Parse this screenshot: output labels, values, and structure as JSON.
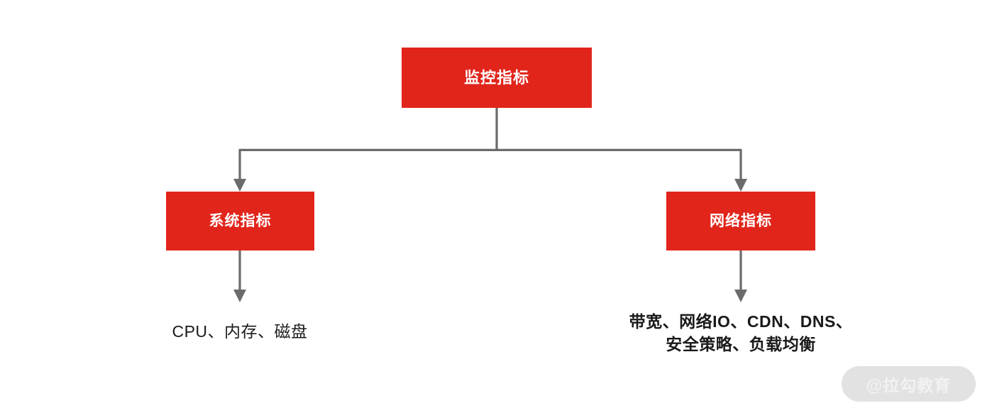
{
  "diagram": {
    "type": "tree",
    "background_color": "#ffffff",
    "node_color": "#e1251b",
    "node_text_color": "#ffffff",
    "connector_color": "#6b6b6b",
    "leaf_text_color": "#1a1a1a",
    "nodes": {
      "root": {
        "label": "监控指标"
      },
      "system": {
        "label": "系统指标"
      },
      "network": {
        "label": "网络指标"
      }
    },
    "leaves": {
      "system_items": "CPU、内存、磁盘",
      "network_items": "带宽、网络IO、CDN、DNS、\n安全策略、负载均衡"
    }
  },
  "watermark": {
    "text": "@拉勾教育",
    "pill_color": "#e2e2e2",
    "text_color": "#f2f2f2"
  }
}
